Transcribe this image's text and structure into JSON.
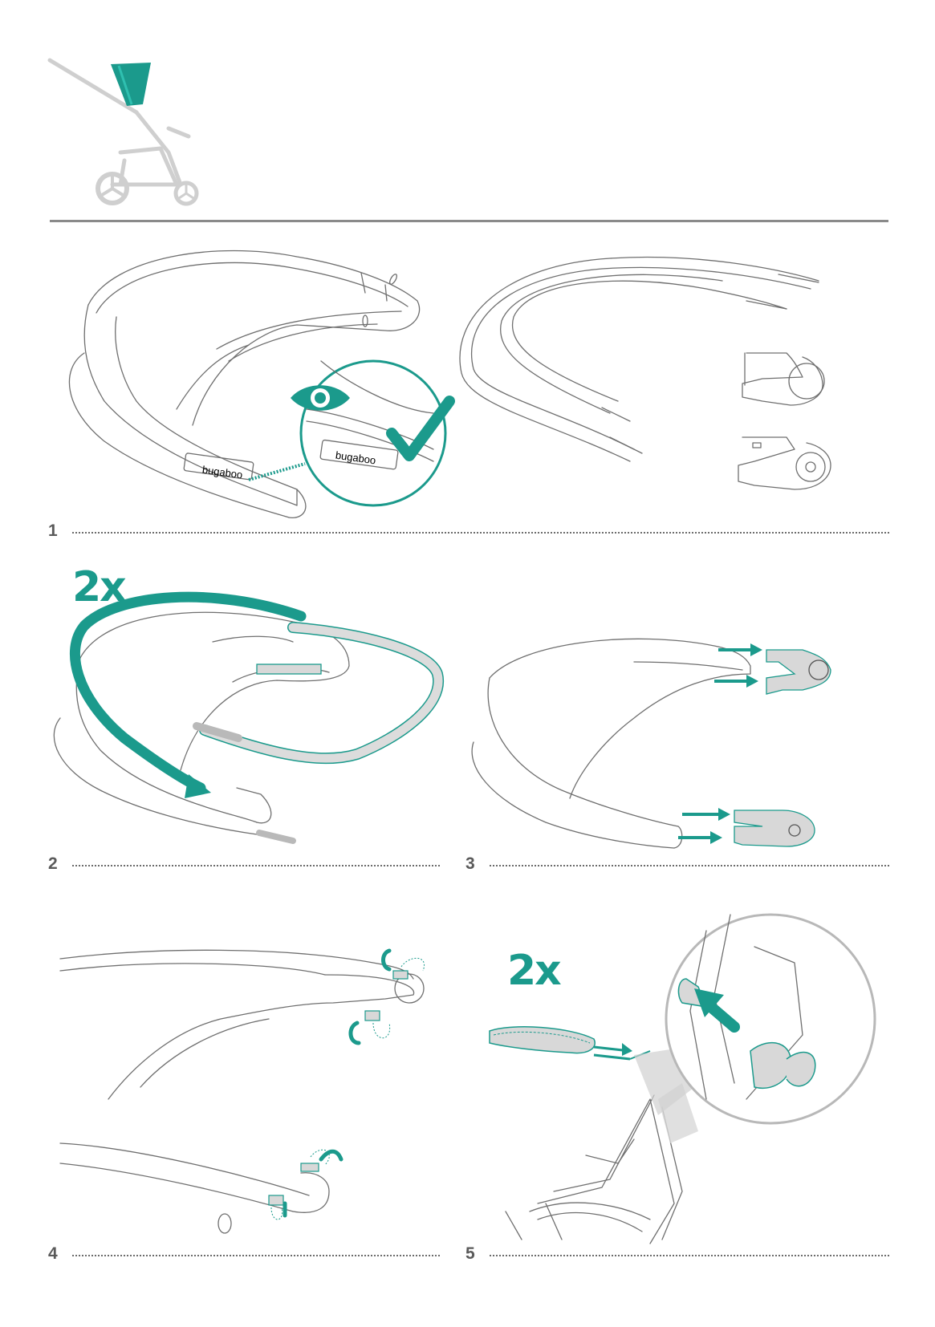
{
  "page": {
    "accent_color": "#1b9a8c",
    "line_color": "#6f6f6f",
    "divider_color": "#8a8a8a"
  },
  "steps": [
    {
      "number": "1"
    },
    {
      "number": "2",
      "multiplier": "2x"
    },
    {
      "number": "3"
    },
    {
      "number": "4"
    },
    {
      "number": "5",
      "multiplier": "2x"
    }
  ],
  "labels": {
    "brand_tag": "bugaboo",
    "brand_tag_zoom": "bugaboo"
  },
  "icons": {
    "inspect": "eye-icon",
    "confirm": "checkmark-icon",
    "direction": "arrow-icon",
    "rotate": "rotate-arrow-icon"
  }
}
